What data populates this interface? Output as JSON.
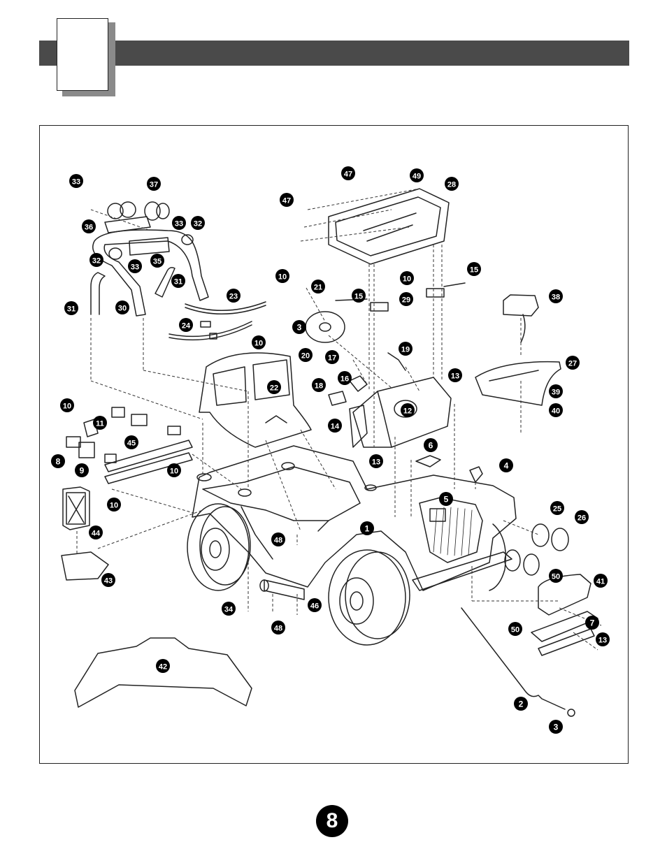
{
  "page": {
    "number": "8"
  },
  "callouts": [
    {
      "id": "c33a",
      "label": "33"
    },
    {
      "id": "c37",
      "label": "37"
    },
    {
      "id": "c36",
      "label": "36"
    },
    {
      "id": "c33b",
      "label": "33"
    },
    {
      "id": "c32a",
      "label": "32"
    },
    {
      "id": "c32b",
      "label": "32"
    },
    {
      "id": "c33c",
      "label": "33"
    },
    {
      "id": "c35",
      "label": "35"
    },
    {
      "id": "c31a",
      "label": "31"
    },
    {
      "id": "c31b",
      "label": "31"
    },
    {
      "id": "c30",
      "label": "30"
    },
    {
      "id": "c23",
      "label": "23"
    },
    {
      "id": "c24",
      "label": "24"
    },
    {
      "id": "c47a",
      "label": "47"
    },
    {
      "id": "c49",
      "label": "49"
    },
    {
      "id": "c28",
      "label": "28"
    },
    {
      "id": "c47b",
      "label": "47"
    },
    {
      "id": "c10a",
      "label": "10"
    },
    {
      "id": "c21",
      "label": "21"
    },
    {
      "id": "c10b",
      "label": "10"
    },
    {
      "id": "c15a",
      "label": "15"
    },
    {
      "id": "c15b",
      "label": "15"
    },
    {
      "id": "c29",
      "label": "29"
    },
    {
      "id": "c3a",
      "label": "3"
    },
    {
      "id": "c20",
      "label": "20"
    },
    {
      "id": "c10c",
      "label": "10"
    },
    {
      "id": "c38",
      "label": "38"
    },
    {
      "id": "c19",
      "label": "19"
    },
    {
      "id": "c17",
      "label": "17"
    },
    {
      "id": "c16",
      "label": "16"
    },
    {
      "id": "c22",
      "label": "22"
    },
    {
      "id": "c27",
      "label": "27"
    },
    {
      "id": "c13a",
      "label": "13"
    },
    {
      "id": "c18",
      "label": "18"
    },
    {
      "id": "c39",
      "label": "39"
    },
    {
      "id": "c12",
      "label": "12"
    },
    {
      "id": "c40",
      "label": "40"
    },
    {
      "id": "c14",
      "label": "14"
    },
    {
      "id": "c10d",
      "label": "10"
    },
    {
      "id": "c11",
      "label": "11"
    },
    {
      "id": "c13b",
      "label": "13"
    },
    {
      "id": "c45",
      "label": "45"
    },
    {
      "id": "c6",
      "label": "6"
    },
    {
      "id": "c8",
      "label": "8"
    },
    {
      "id": "c9",
      "label": "9"
    },
    {
      "id": "c10e",
      "label": "10"
    },
    {
      "id": "c4",
      "label": "4"
    },
    {
      "id": "c10f",
      "label": "10"
    },
    {
      "id": "c5",
      "label": "5"
    },
    {
      "id": "c25",
      "label": "25"
    },
    {
      "id": "c26",
      "label": "26"
    },
    {
      "id": "c44",
      "label": "44"
    },
    {
      "id": "c1",
      "label": "1"
    },
    {
      "id": "c48a",
      "label": "48"
    },
    {
      "id": "c43",
      "label": "43"
    },
    {
      "id": "c50a",
      "label": "50"
    },
    {
      "id": "c41",
      "label": "41"
    },
    {
      "id": "c34",
      "label": "34"
    },
    {
      "id": "c46",
      "label": "46"
    },
    {
      "id": "c48b",
      "label": "48"
    },
    {
      "id": "c7",
      "label": "7"
    },
    {
      "id": "c50b",
      "label": "50"
    },
    {
      "id": "c13c",
      "label": "13"
    },
    {
      "id": "c42",
      "label": "42"
    },
    {
      "id": "c2",
      "label": "2"
    },
    {
      "id": "c3b",
      "label": "3"
    }
  ]
}
